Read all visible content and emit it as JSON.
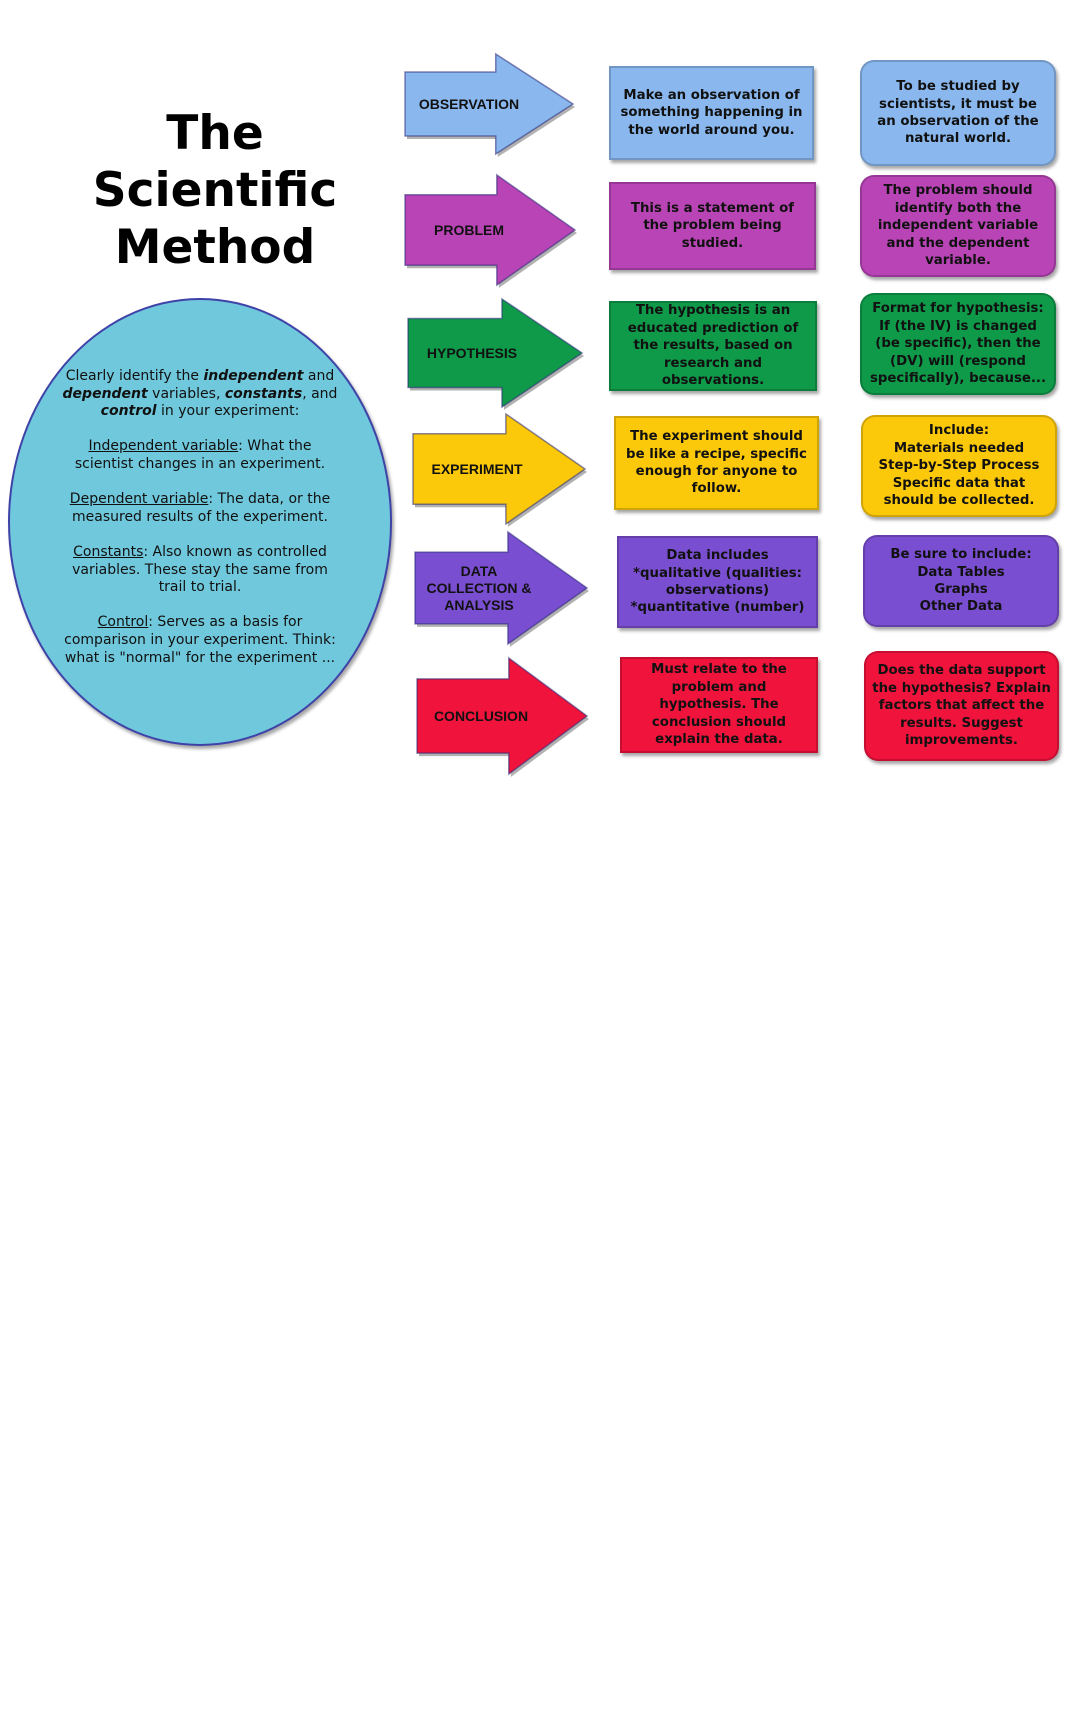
{
  "title": {
    "line1": "The",
    "line2": "Scientific",
    "line3": "Method"
  },
  "oval": {
    "intro_pre": "Clearly identify the ",
    "intro_independent": "independent",
    "intro_mid1": " and ",
    "intro_dependent": "dependent",
    "intro_mid2": " variables, ",
    "intro_constants": "constants",
    "intro_mid3": ", and ",
    "intro_control": "control",
    "intro_post": " in your experiment:",
    "iv_term": "Independent variable",
    "iv_def": ": What the scientist changes in an experiment.",
    "dv_term": "Dependent variable",
    "dv_def": ": The data, or the measured results of the experiment.",
    "const_term": "Constants",
    "const_def": ": Also known as controlled variables. These stay the same from trail to trial.",
    "ctrl_term": "Control",
    "ctrl_def": ": Serves as a basis for comparison in your experiment. Think: what is \"normal\" for the experiment ..."
  },
  "steps": [
    {
      "label": "OBSERVATION",
      "color": "#8ab8ee",
      "description": "Make an observation of something happening in the world around you.",
      "note": "To be studied by scientists, it must be an observation of the natural world."
    },
    {
      "label": "PROBLEM",
      "color": "#b944b6",
      "description": "This is a statement of the problem being studied.",
      "note": "The problem should identify both the independent variable and the dependent variable."
    },
    {
      "label": "HYPOTHESIS",
      "color": "#0f9a4a",
      "description": "The hypothesis is an educated prediction of the results, based on research and observations.",
      "note": "Format for hypothesis: If (the IV) is changed (be specific), then the (DV) will (respond specifically), because..."
    },
    {
      "label": "EXPERIMENT",
      "color": "#fcc80a",
      "description": "The experiment should be like a recipe, specific enough for anyone to follow.",
      "note": "Include:\nMaterials needed\nStep-by-Step Process\nSpecific data that should be collected."
    },
    {
      "label": "DATA COLLECTION & ANALYSIS",
      "color": "#7a4ed0",
      "description": "Data includes\n*qualitative (qualities: observations)\n*quantitative (number)",
      "note": "Be sure to include:\nData Tables\nGraphs\nOther Data"
    },
    {
      "label": "CONCLUSION",
      "color": "#f0133c",
      "description": "Must relate to the problem and hypothesis. The conclusion should explain the data.",
      "note": "Does the data support the hypothesis? Explain factors that affect the results. Suggest improvements."
    }
  ]
}
